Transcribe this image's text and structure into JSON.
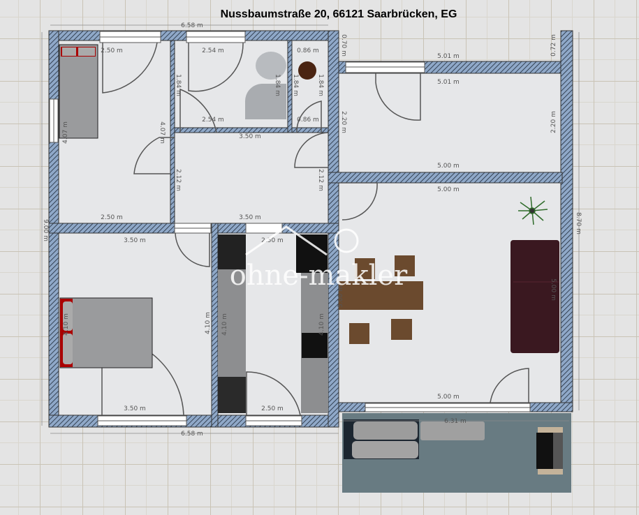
{
  "header": {
    "title": "Nussbaumstraße 20, 66121 Saarbrücken, EG"
  },
  "watermark": {
    "logo_text": "ohne-makler"
  },
  "colors": {
    "wall_fill": "#8fa8c8",
    "floor": "#e4e4e4",
    "grid": "#cdc8bc",
    "terrace": "#687b82",
    "sofa": "#3a1820",
    "table": "#6b4a2e"
  },
  "dimensions": {
    "overall_width_top": "6.58 m",
    "overall_width_bottom": "6.58 m",
    "overall_height_left": "9.00 m",
    "overall_height_right": "8.70 m",
    "bedroom1_width_top": "2.50 m",
    "bedroom1_width_bottom": "2.50 m",
    "bedroom1_depth": "4.07 m",
    "bedroom1_depth_left": "4.07 m",
    "bath_width_top": "2.54 m",
    "bath_width_bottom": "2.54 m",
    "bath_depth_left": "1.84 m",
    "bath_depth_right": "1.84 m",
    "wc_width_top": "0.86 m",
    "wc_width_bottom": "0.86 m",
    "wc_depth_left": "1.84 m",
    "wc_depth_right": "1.84 m",
    "hall_width_top": "3.50 m",
    "hall_width_bottom": "3.50 m",
    "hall_depth_left": "2.12 m",
    "hall_depth_right": "2.12 m",
    "room_ne_width_outer": "5.01 m",
    "room_ne_width_inner": "5.01 m",
    "room_ne_depth_left": "2.20 m",
    "room_ne_depth_right": "2.20 m",
    "room_ne_offset_left": "0.70 m",
    "room_ne_offset_right": "0.72 m",
    "room_ne_width_bottom": "5.00 m",
    "living_width_top": "5.00 m",
    "living_width_bottom": "5.00 m",
    "living_depth_left": "5.00 m",
    "living_depth_right": "5.00 m",
    "bedroom2_width_top": "3.50 m",
    "bedroom2_width_bottom": "3.50 m",
    "bedroom2_depth_right": "4.10 m",
    "bedroom2_depth_left": "4.10 m",
    "kitchen_width_top": "2.50 m",
    "kitchen_width_bottom": "2.50 m",
    "kitchen_depth_left": "4.10 m",
    "kitchen_depth_right": "4.10 m",
    "terrace_width": "6.31 m"
  }
}
